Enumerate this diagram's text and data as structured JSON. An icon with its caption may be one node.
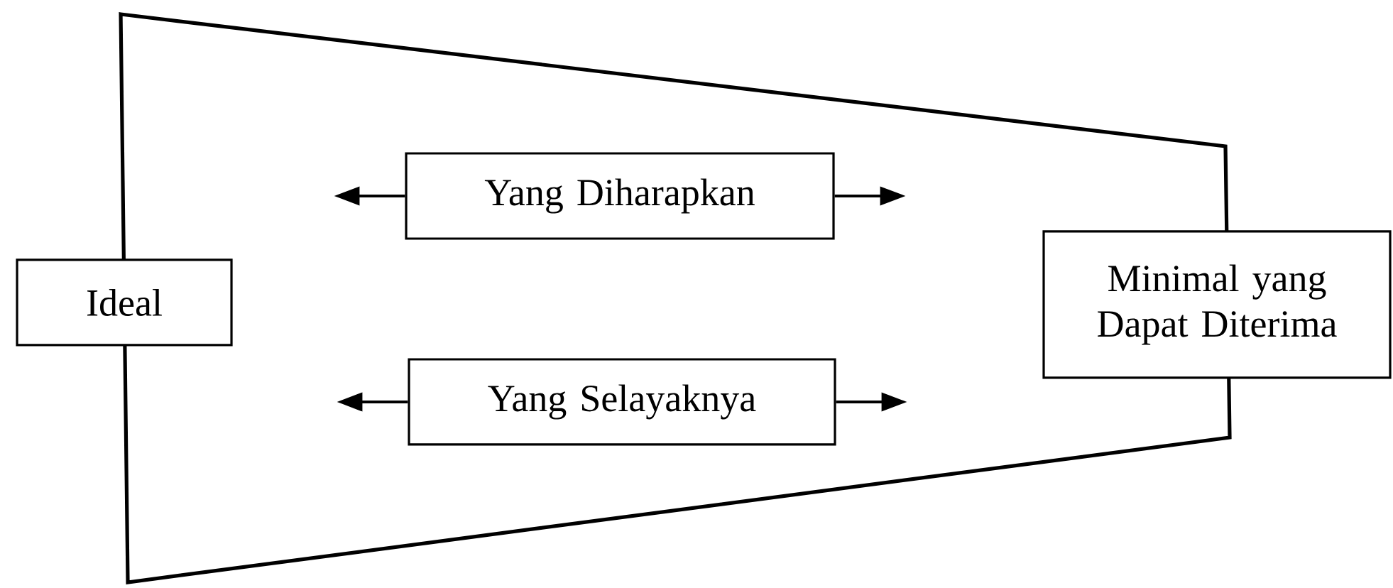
{
  "diagram": {
    "nodes": [
      {
        "text": [],
        "shape": "trapezoid"
      },
      {
        "text": [
          "Ideal"
        ]
      },
      {
        "text": [
          "Yang Diharapkan"
        ],
        "in": 0
      },
      {
        "text": [
          "Yang Selayaknya"
        ],
        "in": 0
      },
      {
        "text": [
          "Minimal yang Dapat Diterima"
        ]
      }
    ],
    "edges": [
      {
        "from": 2,
        "to": null,
        "arrow": "to"
      },
      {
        "from": 2,
        "to": null,
        "arrow": "to"
      },
      {
        "from": 3,
        "to": null,
        "arrow": "to"
      },
      {
        "from": 3,
        "to": null,
        "arrow": "to"
      }
    ]
  }
}
